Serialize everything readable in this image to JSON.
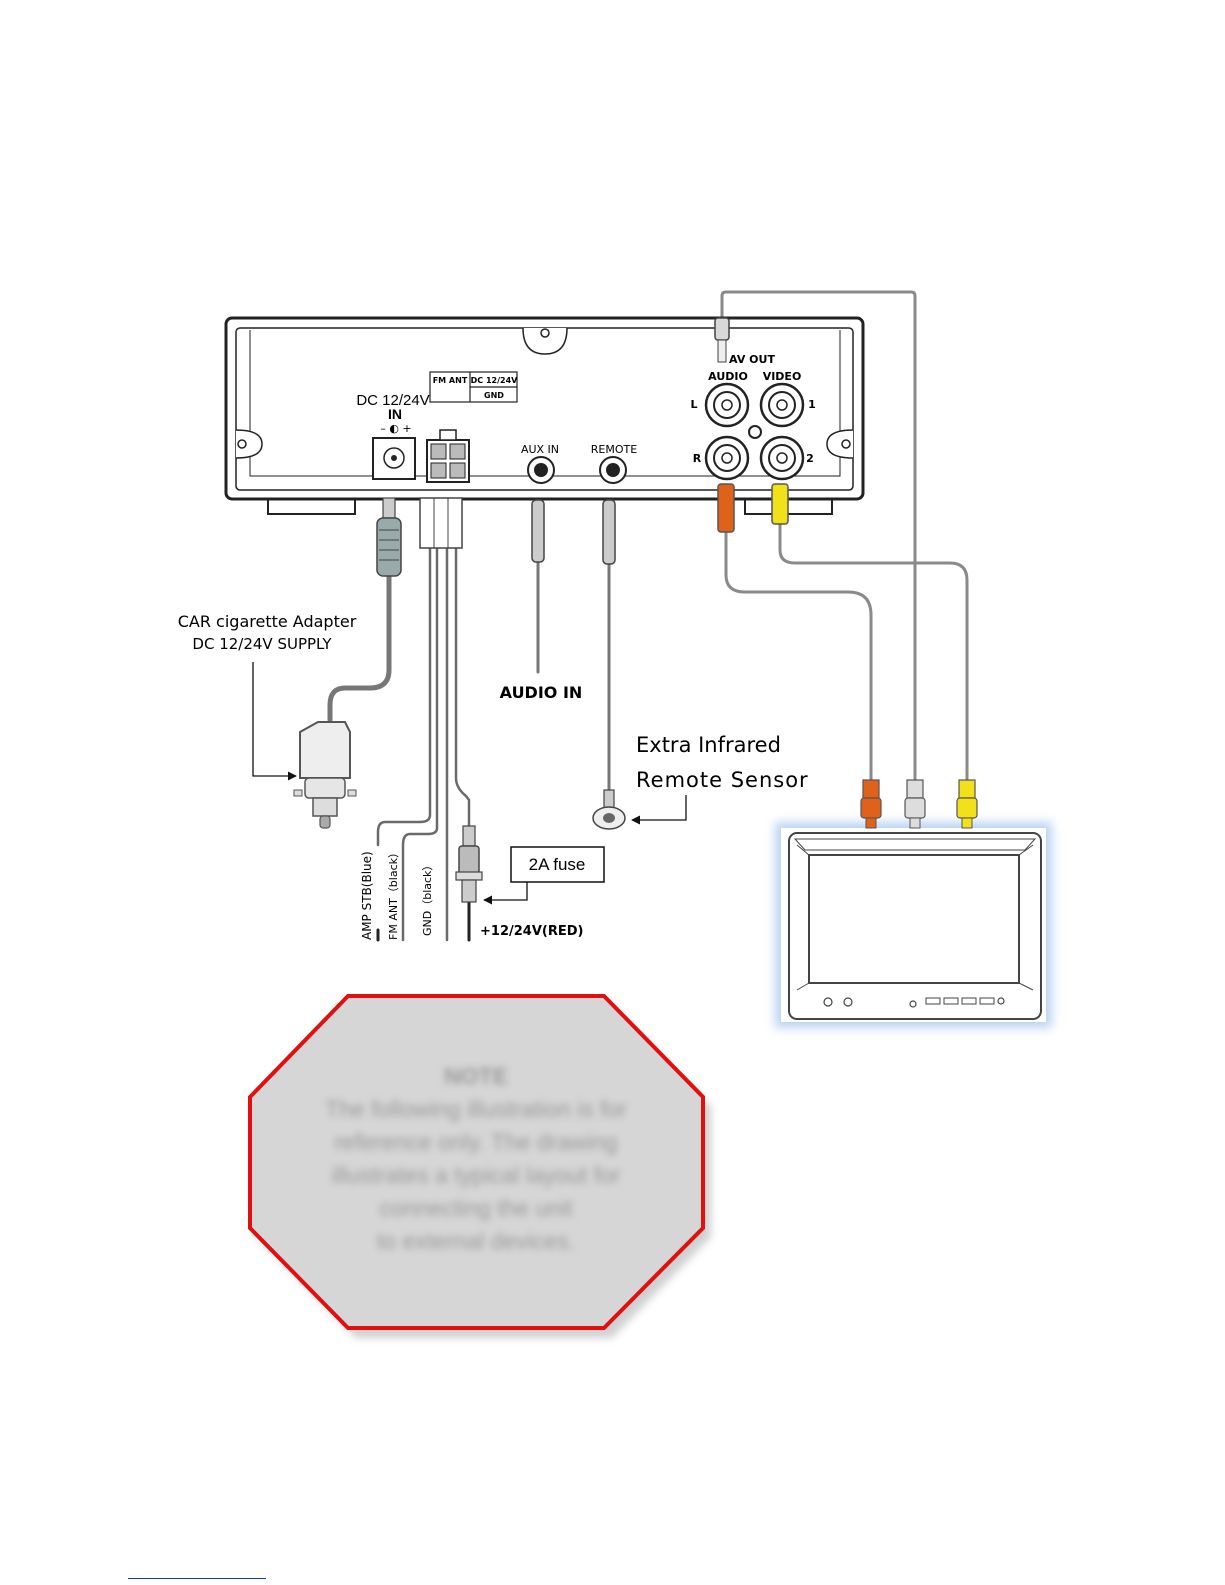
{
  "device": {
    "dc_input_label": "DC 12/24V",
    "dc_input_sub": "IN",
    "polarity": "– ◐ +",
    "connector_table": [
      "FM ANT",
      "DC 12/24V",
      "GND"
    ],
    "aux_in": "AUX IN",
    "remote": "REMOTE",
    "av_out": "AV OUT",
    "audio": "AUDIO",
    "video": "VIDEO",
    "left": "L",
    "right": "R",
    "video_1": "1",
    "video_2": "2"
  },
  "labels": {
    "car_adapter_line1": "CAR cigarette Adapter",
    "car_adapter_line2": "DC 12/24V SUPPLY",
    "audio_in": "AUDIO IN",
    "sensor_line1": "Extra Infrared",
    "sensor_line2": "Remote Sensor",
    "fuse": "2A fuse",
    "power_red": "+12/24V(RED)",
    "amp_stb": "AMP STB(Blue)",
    "fm_ant": "FM ANT（black）",
    "gnd": "GND（black）"
  },
  "note": {
    "lines": [
      "NOTE",
      "The following illustration is for",
      "reference only. The drawing",
      "illustrates a typical layout for",
      "connecting the unit",
      "to external devices."
    ]
  },
  "colors": {
    "cable": "#7a7a7a",
    "audio_plug": "#e0621a",
    "video_plug": "#f2e01a",
    "white_plug": "#d8d8d8",
    "note_border": "#e01010",
    "note_fill": "#d6d6d6",
    "monitor_glow": "#bcd3f2"
  }
}
